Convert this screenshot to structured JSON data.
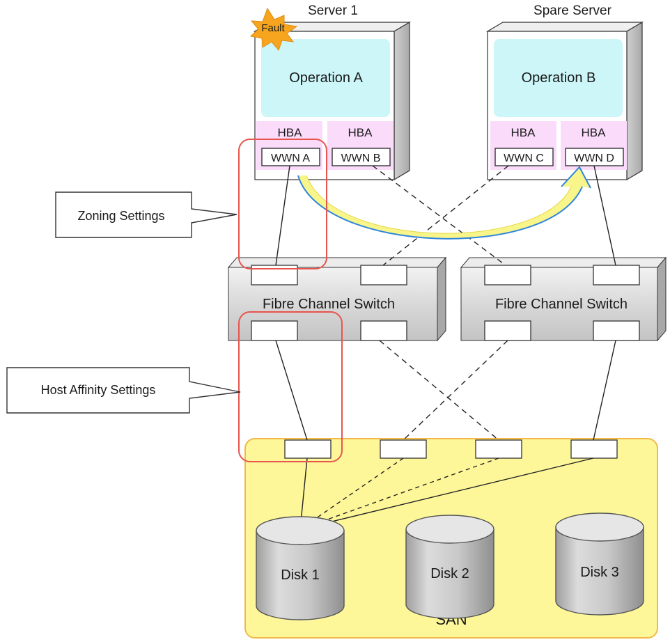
{
  "servers": [
    {
      "title": "Server 1",
      "operation": "Operation A",
      "hba_left": "HBA",
      "hba_right": "HBA",
      "wwn_left": "WWN A",
      "wwn_right": "WWN B",
      "fault_label": "Fault"
    },
    {
      "title": "Spare Server",
      "operation": "Operation B",
      "hba_left": "HBA",
      "hba_right": "HBA",
      "wwn_left": "WWN C",
      "wwn_right": "WWN D"
    }
  ],
  "switches": [
    {
      "label": "Fibre Channel Switch"
    },
    {
      "label": "Fibre Channel Switch"
    }
  ],
  "callouts": {
    "zoning": "Zoning Settings",
    "host_affinity": "Host Affinity Settings"
  },
  "san": {
    "label": "SAN",
    "disks": [
      "Disk 1",
      "Disk 2",
      "Disk 3"
    ]
  },
  "colors": {
    "operation_fill": "#ccf6f8",
    "hba_fill": "#fadcfa",
    "san_fill": "#fdf79a",
    "san_border": "#f2b94a",
    "highlight_red": "#e8544e",
    "fault_star": "#f7a51f",
    "arrow_fill": "#f8f58a",
    "arrow_edge": "#2f86dd",
    "switch_fill": "#d6d6d6"
  }
}
